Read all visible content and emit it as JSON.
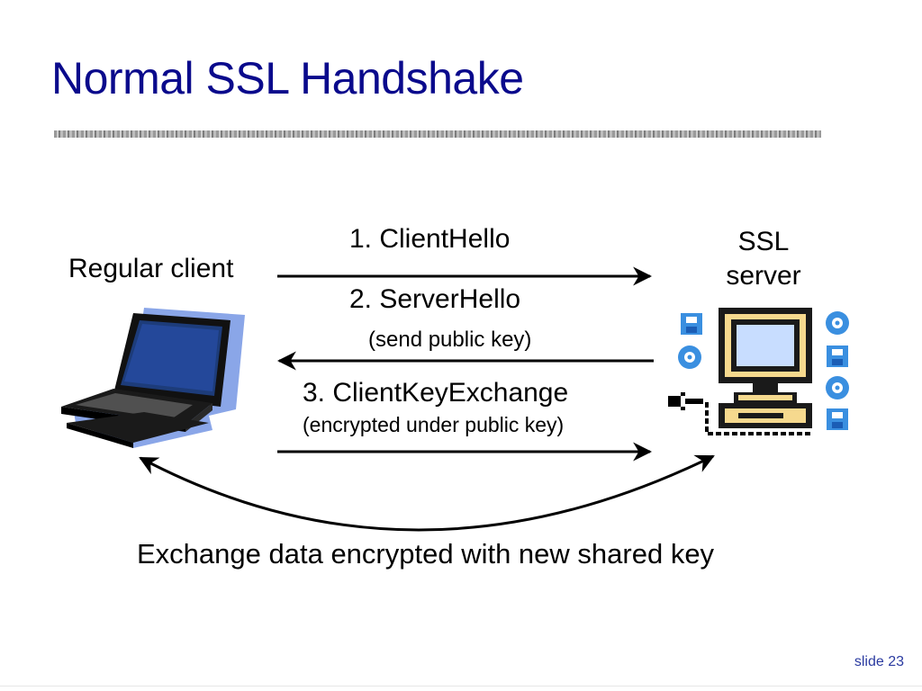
{
  "slide": {
    "title": "Normal SSL Handshake",
    "number_label": "slide 23"
  },
  "nodes": {
    "client_label": "Regular client",
    "server_label_line1": "SSL",
    "server_label_line2": "server"
  },
  "messages": [
    {
      "label": "1. ClientHello",
      "sub": "",
      "direction": "client-to-server"
    },
    {
      "label": "2. ServerHello",
      "sub": "(send public key)",
      "direction": "server-to-client"
    },
    {
      "label": "3. ClientKeyExchange",
      "sub": "(encrypted under public key)",
      "direction": "client-to-server"
    }
  ],
  "exchange_label": "Exchange data encrypted with new shared key",
  "colors": {
    "title": "#0a0a8c",
    "server_frame": "#1a1a1a",
    "server_screen": "#c8ddff",
    "server_body": "#f6d98e",
    "server_icons": "#3a8fe0"
  },
  "icons": [
    "laptop-icon",
    "server-computer-icon",
    "disk-icon",
    "cd-icon",
    "plug-icon"
  ]
}
